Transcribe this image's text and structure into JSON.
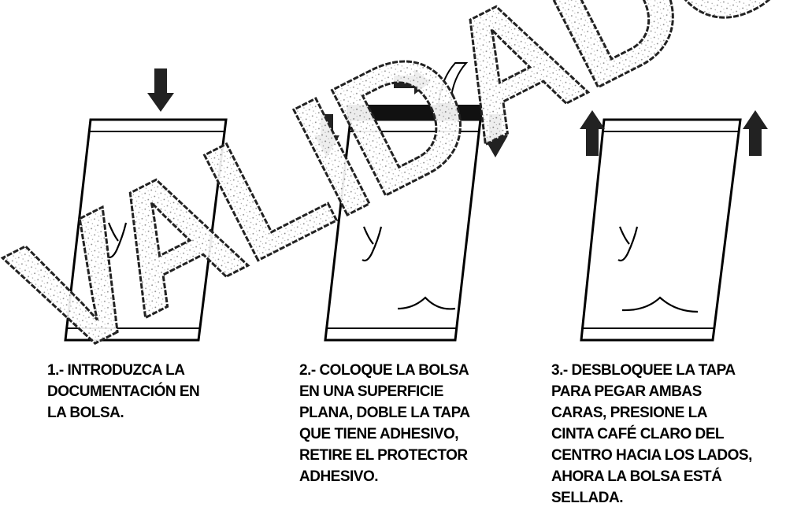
{
  "watermark": {
    "text": "VALIDADO"
  },
  "steps": [
    {
      "lines": [
        "1.- INTRODUZCA LA",
        "DOCUMENTACIÓN EN",
        "LA BOLSA."
      ]
    },
    {
      "lines": [
        "2.- COLOQUE LA BOLSA",
        "EN UNA SUPERFICIE",
        "PLANA, DOBLE LA TAPA",
        "QUE TIENE ADHESIVO,",
        "RETIRE EL PROTECTOR",
        "ADHESIVO."
      ]
    },
    {
      "lines": [
        "3.- DESBLOQUEE LA TAPA",
        "PARA PEGAR AMBAS",
        "CARAS, PRESIONE LA",
        "CINTA CAFÉ CLARO DEL",
        "CENTRO HACIA LOS LADOS,",
        "AHORA LA BOLSA ESTÁ",
        "SELLADA."
      ]
    }
  ]
}
